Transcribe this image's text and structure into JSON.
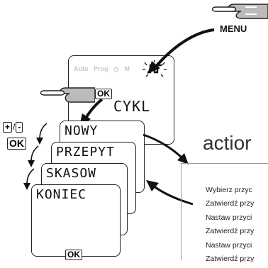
{
  "menu_label": "MENU",
  "display": {
    "mode_labels": [
      "Auto",
      "Prog",
      "◷",
      "M"
    ],
    "screen_text": "CYKL"
  },
  "buttons": {
    "ok": "OK",
    "plus": "+",
    "minus": "-"
  },
  "options": [
    "NOWY",
    "PRZEPYT",
    "SKASOW",
    "KONIEC"
  ],
  "section_title": "actior",
  "steps": [
    "Wybierz przyc",
    "Zatwierdź przy",
    "Nastaw przyci",
    "Zatwierdź przy",
    "Nastaw przyci",
    "Zatwierdź przy"
  ]
}
